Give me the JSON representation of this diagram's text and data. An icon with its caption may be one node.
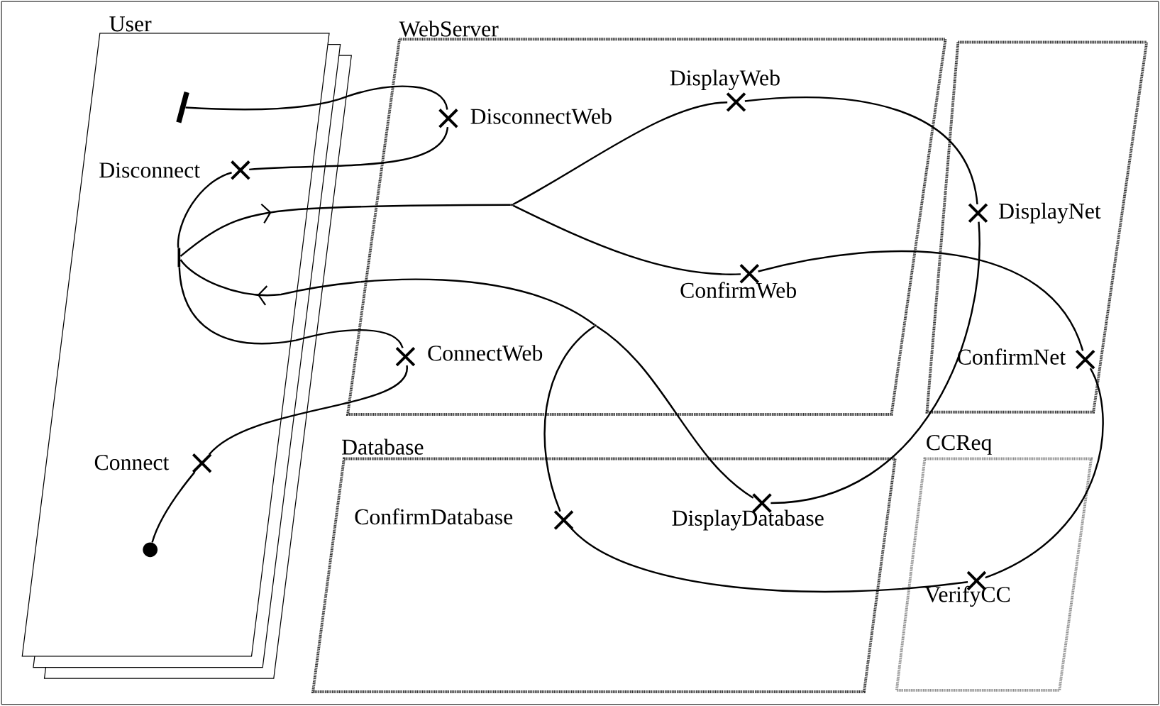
{
  "diagram": {
    "nodes": [
      {
        "text": [
          "User"
        ]
      },
      {
        "text": [
          "WebServer"
        ]
      },
      {
        "text": [],
        "shape": "box"
      },
      {
        "text": [
          "Database"
        ]
      },
      {
        "text": [
          "CCReq"
        ]
      },
      {
        "text": [],
        "shape": "circle",
        "in": 0
      },
      {
        "text": [
          "Connect"
        ],
        "in": 0
      },
      {
        "text": [
          "ConnectWeb"
        ],
        "in": 1
      },
      {
        "text": [],
        "shape": "bar",
        "in": 0
      },
      {
        "text": [
          "Disconnect"
        ],
        "in": 0
      },
      {
        "text": [
          "DisconnectWeb"
        ],
        "in": 1
      },
      {
        "text": [],
        "shape": "bar",
        "in": 0
      },
      {
        "text": [],
        "shape": "point",
        "in": 1
      },
      {
        "text": [
          "DisplayWeb"
        ],
        "in": 1
      },
      {
        "text": [
          "ConfirmWeb"
        ],
        "in": 1
      },
      {
        "text": [
          "DisplayNet"
        ],
        "in": 2
      },
      {
        "text": [
          "ConfirmNet"
        ],
        "in": 2
      },
      {
        "text": [
          "DisplayDatabase"
        ],
        "in": 3
      },
      {
        "text": [
          "VerifyCC"
        ],
        "in": 4
      },
      {
        "text": [
          "ConfirmDatabase"
        ],
        "in": 3
      },
      {
        "text": [],
        "shape": "point",
        "in": 1
      }
    ],
    "edges": [
      {
        "from": 5,
        "to": 6,
        "arrow": "none"
      },
      {
        "from": 6,
        "to": 7,
        "arrow": "none"
      },
      {
        "from": 7,
        "to": 11,
        "arrow": "none"
      },
      {
        "from": 11,
        "to": 12,
        "arrow": "to"
      },
      {
        "from": 12,
        "to": 13,
        "arrow": "none"
      },
      {
        "from": 12,
        "to": 14,
        "arrow": "none"
      },
      {
        "from": 13,
        "to": 15,
        "arrow": "none"
      },
      {
        "from": 15,
        "to": 17,
        "arrow": "none"
      },
      {
        "from": 17,
        "to": 20,
        "arrow": "none"
      },
      {
        "from": 14,
        "to": 16,
        "arrow": "none"
      },
      {
        "from": 16,
        "to": 18,
        "arrow": "none"
      },
      {
        "from": 18,
        "to": 19,
        "arrow": "none"
      },
      {
        "from": 19,
        "to": 20,
        "arrow": "none"
      },
      {
        "from": 20,
        "to": 11,
        "arrow": "to"
      },
      {
        "from": 11,
        "to": 9,
        "arrow": "none"
      },
      {
        "from": 9,
        "to": 10,
        "arrow": "none"
      },
      {
        "from": 10,
        "to": 8,
        "arrow": "none"
      }
    ]
  }
}
